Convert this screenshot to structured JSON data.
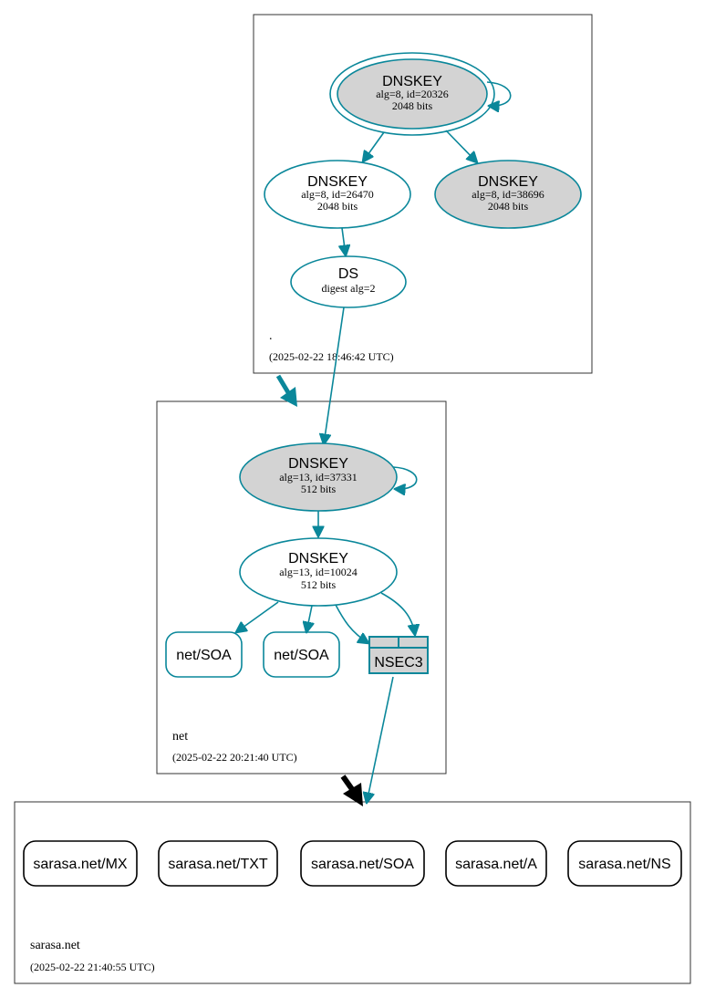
{
  "zones": {
    "root": {
      "name": ".",
      "timestamp": "(2025-02-22 18:46:42 UTC)"
    },
    "net": {
      "name": "net",
      "timestamp": "(2025-02-22 20:21:40 UTC)"
    },
    "sarasa": {
      "name": "sarasa.net",
      "timestamp": "(2025-02-22 21:40:55 UTC)"
    }
  },
  "nodes": {
    "root_ksk": {
      "title": "DNSKEY",
      "line1": "alg=8, id=20326",
      "line2": "2048 bits"
    },
    "root_zsk1": {
      "title": "DNSKEY",
      "line1": "alg=8, id=26470",
      "line2": "2048 bits"
    },
    "root_zsk2": {
      "title": "DNSKEY",
      "line1": "alg=8, id=38696",
      "line2": "2048 bits"
    },
    "root_ds": {
      "title": "DS",
      "line1": "digest alg=2"
    },
    "net_ksk": {
      "title": "DNSKEY",
      "line1": "alg=13, id=37331",
      "line2": "512 bits"
    },
    "net_zsk": {
      "title": "DNSKEY",
      "line1": "alg=13, id=10024",
      "line2": "512 bits"
    },
    "net_soa1": {
      "title": "net/SOA"
    },
    "net_soa2": {
      "title": "net/SOA"
    },
    "net_nsec3": {
      "title": "NSEC3"
    }
  },
  "records": {
    "mx": "sarasa.net/MX",
    "txt": "sarasa.net/TXT",
    "soa": "sarasa.net/SOA",
    "a": "sarasa.net/A",
    "ns": "sarasa.net/NS"
  },
  "colors": {
    "edge": "#0a879a",
    "node_fill_gray": "#d3d3d3",
    "node_fill_white": "#ffffff",
    "delegation_arrow_root": "#0a879a",
    "delegation_arrow_net": "#000000"
  }
}
